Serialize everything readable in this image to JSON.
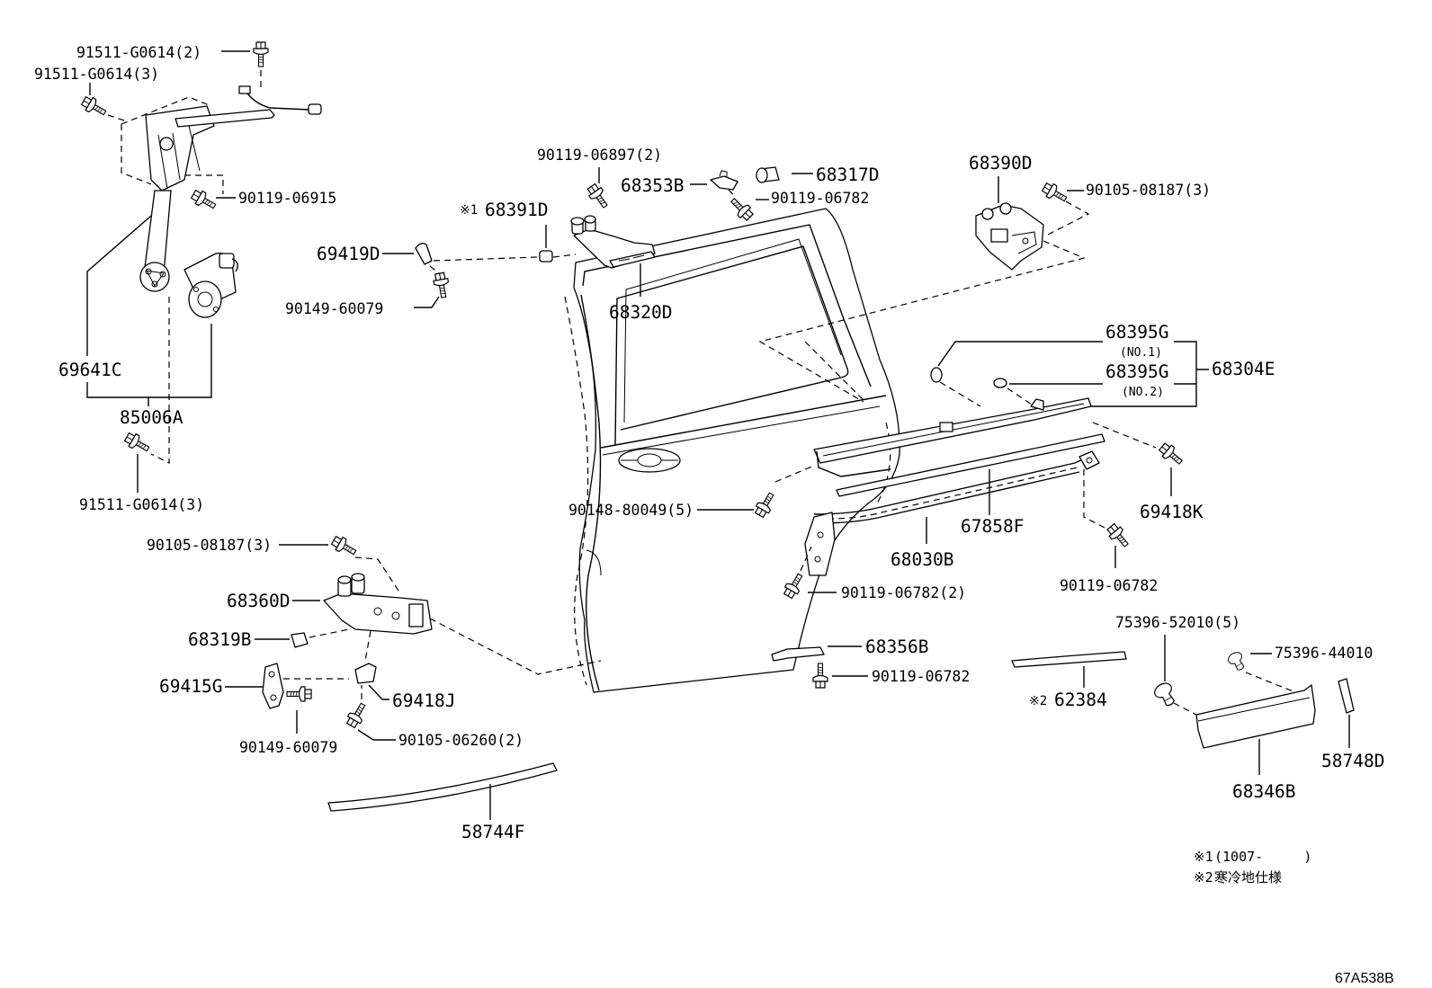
{
  "labels": {
    "screw_91511_g0614_2": "91511-G0614(2)",
    "screw_91511_g0614_3_top": "91511-G0614(3)",
    "screw_90119_06915": "90119-06915",
    "regulator_69641c": "69641C",
    "motor_85006a": "85006A",
    "screw_91511_g0614_3_bottom": "91511-G0614(3)",
    "screw_90119_06897": "90119-06897(2)",
    "part_68353b": "68353B",
    "part_68317d": "68317D",
    "screw_90119_06782_top": "90119-06782",
    "mark_68391d": "※1",
    "part_68391d": "68391D",
    "part_69419d": "69419D",
    "screw_90149_60079_top": "90149-60079",
    "part_68320d": "68320D",
    "part_68390d": "68390D",
    "screw_90105_08187_right": "90105-08187(3)",
    "part_68395g_1": "68395G",
    "part_68395g_1_note": "(NO.1)",
    "part_68395g_2": "68395G",
    "part_68395g_2_note": "(NO.2)",
    "part_68304e": "68304E",
    "part_69418k": "69418K",
    "screw_90148_80049": "90148-80049(5)",
    "part_67858f": "67858F",
    "part_68030b": "68030B",
    "screw_90119_06782_right": "90119-06782",
    "screw_90119_06782_2": "90119-06782(2)",
    "screw_90105_08187_left": "90105-08187(3)",
    "part_68360d": "68360D",
    "part_68319b": "68319B",
    "part_69415g": "69415G",
    "part_69418j": "69418J",
    "screw_90149_60079_bottom": "90149-60079",
    "screw_90105_06260": "90105-06260(2)",
    "part_58744f": "58744F",
    "part_68356b": "68356B",
    "screw_90119_06782_bottom": "90119-06782",
    "mark_62384": "※2",
    "part_62384": "62384",
    "clip_75396_52010": "75396-52010(5)",
    "clip_75396_44010": "75396-44010",
    "part_58748d": "58748D",
    "part_68346b": "68346B"
  },
  "notes": [
    {
      "mark": "※1",
      "text": "(1007-     )"
    },
    {
      "mark": "※2",
      "text": "寒冷地仕様"
    }
  ],
  "diagram_code": "67A538B"
}
